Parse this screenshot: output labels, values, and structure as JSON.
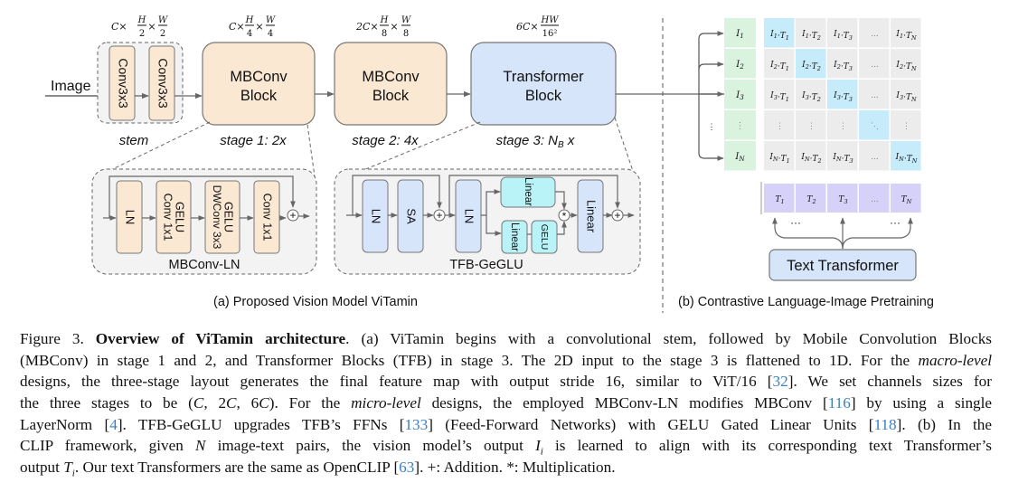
{
  "figure": {
    "input_label": "Image",
    "stem": {
      "label": "stem",
      "shape": {
        "pre": "C×",
        "f1_num": "H",
        "f1_den": "2",
        "f2_num": "W",
        "f2_den": "2"
      },
      "blocks": [
        "Conv3x3",
        "Conv3x3"
      ]
    },
    "stage1": {
      "title_line1": "MBConv",
      "title_line2": "Block",
      "label": "stage 1: 2x",
      "shape": {
        "pre": "C×",
        "f1_num": "H",
        "f1_den": "4",
        "f2_num": "W",
        "f2_den": "4"
      }
    },
    "stage2": {
      "title_line1": "MBConv",
      "title_line2": "Block",
      "label": "stage 2: 4x",
      "shape": {
        "pre": "2C×",
        "f1_num": "H",
        "f1_den": "8",
        "f2_num": "W",
        "f2_den": "8"
      }
    },
    "stage3": {
      "title_line1": "Transformer",
      "title_line2": "Block",
      "label_pre": "stage 3: N",
      "label_sub": "B",
      "label_post": " x",
      "shape": {
        "pre": "6C×",
        "num": "HW",
        "den": "16²"
      }
    },
    "mbconv_ln": {
      "title": "MBConv-LN",
      "blocks": [
        {
          "line1": "LN",
          "line2": ""
        },
        {
          "line1": "GELU",
          "line2": "Conv 1x1"
        },
        {
          "line1": "GELU",
          "line2": "DWConv 3x3"
        },
        {
          "line1": "Conv 1x1",
          "line2": ""
        }
      ],
      "add_symbol": "+"
    },
    "tfb_geglu": {
      "title": "TFB-GeGLU",
      "blocks": {
        "ln1": "LN",
        "sa": "SA",
        "ln2": "LN",
        "linear_top": "Linear",
        "linear_bottom": "Linear",
        "gelu": "GELU",
        "linear_out": "Linear"
      },
      "add_symbol": "+",
      "mul_symbol": "*"
    },
    "clip": {
      "image_rows": [
        "I1",
        "I2",
        "I3",
        "⋮",
        "IN"
      ],
      "text_cols": [
        "T1",
        "T2",
        "T3",
        "...",
        "TN"
      ],
      "matrix": [
        [
          "I1·T1",
          "I1·T2",
          "I1·T3",
          "...",
          "I1·TN"
        ],
        [
          "I2·T1",
          "I2·T2",
          "I2·T3",
          "...",
          "I2·TN"
        ],
        [
          "I3·T1",
          "I3·T2",
          "I3·T3",
          "...",
          "I3·TN"
        ],
        [
          "⋮",
          "⋮",
          "⋮",
          "⋱",
          "⋮"
        ],
        [
          "IN·T1",
          "IN·T2",
          "IN·T3",
          "...",
          "IN·TN"
        ]
      ],
      "ellipsis": "···",
      "text_transformer": "Text Transformer"
    },
    "subcaption_a": "(a) Proposed Vision Model ViTamin",
    "subcaption_b": "(b)  Contrastive Language-Image Pretraining"
  },
  "colors": {
    "conv_fill": "#fbe8d3",
    "transformer_fill": "#d7e5fb",
    "geglu_fill": "#b9f3f7",
    "image_emb_fill": "#d9f3df",
    "text_emb_fill": "#d6d1f8",
    "matrix_fill": "#ececed",
    "diag_fill": "#c6ebfb",
    "group_fill": "#f3f3f3",
    "stroke": "#666666",
    "cite": "#3b7fc4"
  },
  "caption": {
    "lines": [
      [
        {
          "t": "Figure 3.  "
        },
        {
          "t": "Overview of ViTamin architecture",
          "s": "b"
        },
        {
          "t": ".  (a) ViTamin begins with a convolutional stem, followed by Mobile Convolution Blocks"
        }
      ],
      [
        {
          "t": "(MBConv) in stage 1 and 2, and Transformer Blocks (TFB) in stage 3. The 2D input to the stage 3 is flattened to 1D. For the "
        },
        {
          "t": "macro-level",
          "s": "i"
        }
      ],
      [
        {
          "t": "designs, the three-stage layout generates the final feature map with output stride 16, similar to ViT/16 ["
        },
        {
          "t": "32",
          "s": "c"
        },
        {
          "t": "].  We set channels sizes for"
        }
      ],
      [
        {
          "t": "the three stages to be ("
        },
        {
          "t": "C",
          "s": "i"
        },
        {
          "t": ", 2"
        },
        {
          "t": "C",
          "s": "i"
        },
        {
          "t": ", 6"
        },
        {
          "t": "C",
          "s": "i"
        },
        {
          "t": ").  For the "
        },
        {
          "t": "micro-level",
          "s": "i"
        },
        {
          "t": " designs, the employed MBConv-LN modifies MBConv ["
        },
        {
          "t": "116",
          "s": "c"
        },
        {
          "t": "] by using a single"
        }
      ],
      [
        {
          "t": "LayerNorm ["
        },
        {
          "t": "4",
          "s": "c"
        },
        {
          "t": "].  TFB-GeGLU upgrades TFB’s FFNs ["
        },
        {
          "t": "133",
          "s": "c"
        },
        {
          "t": "] (Feed-Forward Networks) with GELU Gated Linear Units ["
        },
        {
          "t": "118",
          "s": "c"
        },
        {
          "t": "].  (b) In the"
        }
      ],
      [
        {
          "t": "CLIP framework, given "
        },
        {
          "t": "N",
          "s": "i"
        },
        {
          "t": " image-text pairs, the vision model’s output "
        },
        {
          "t": "I",
          "s": "i"
        },
        {
          "t": "i",
          "s": "isub"
        },
        {
          "t": " is learned to align with its corresponding text Transformer’s"
        }
      ],
      [
        {
          "t": "output "
        },
        {
          "t": "T",
          "s": "i"
        },
        {
          "t": "i",
          "s": "isub"
        },
        {
          "t": ". Our text Transformers are the same as OpenCLIP ["
        },
        {
          "t": "63",
          "s": "c"
        },
        {
          "t": "]. +: Addition. *: Multiplication."
        }
      ]
    ]
  }
}
